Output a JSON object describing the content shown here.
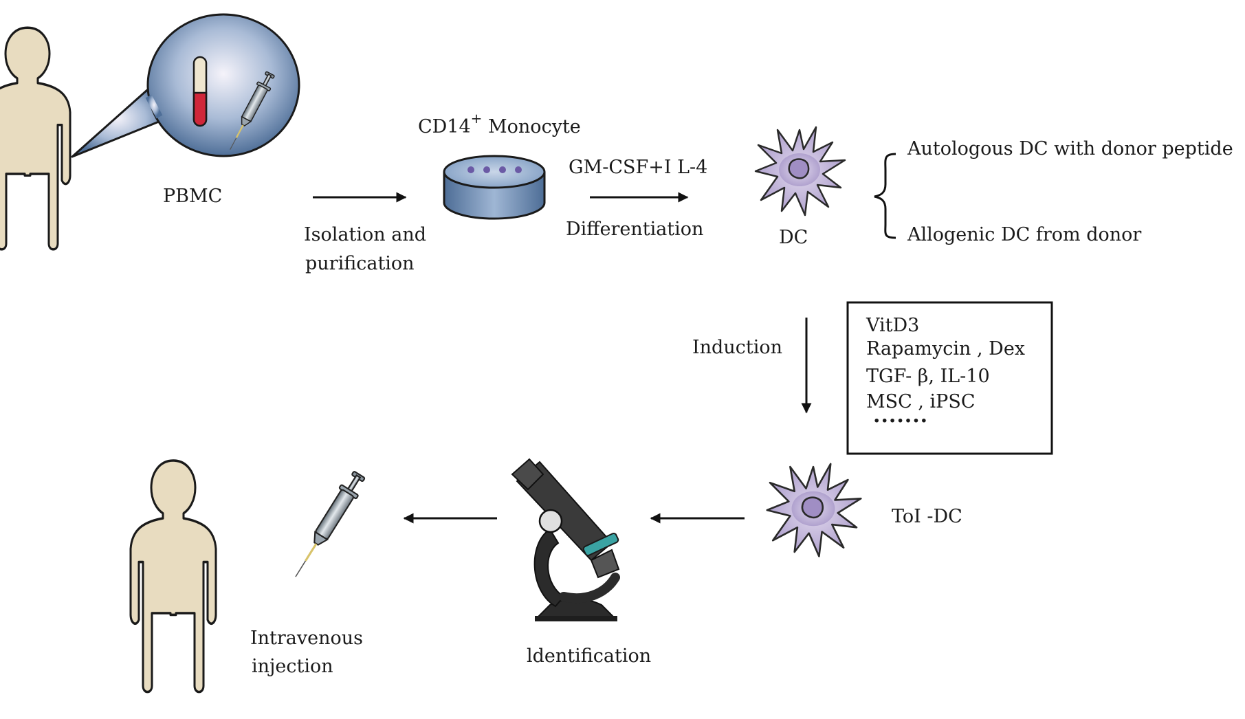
{
  "labels": {
    "pbmc": "PBMC",
    "isolation_line1": "Isolation and",
    "isolation_line2": "purification",
    "monocyte_prefix": "CD14",
    "monocyte_sup": "+",
    "monocyte_suffix": " Monocyte",
    "cytokines": "GM-CSF+I L-4",
    "differentiation": "Differentiation",
    "dc": "DC",
    "autologous": "Autologous DC with donor peptide",
    "allogenic": "Allogenic DC from donor",
    "induction": "Induction",
    "tol_dc": "ToI -DC",
    "identification": "ldentification",
    "injection_line1": "Intravenous",
    "injection_line2": "injection"
  },
  "inducers": [
    "VitD3",
    "Rapamycin , Dex",
    "TGF- β, IL-10",
    "MSC , iPSC",
    "·······"
  ],
  "colors": {
    "skin": "#e8dcc0",
    "outline": "#1a1a1a",
    "bubble": "#4f6f98",
    "dish": "#6f8fb8",
    "cell": "#bdb0d4",
    "cell_nucleus": "#a08ec4",
    "blood": "#d0273a",
    "microscope": "#2b2b2b",
    "slide": "#3aa3a3"
  },
  "icons": [
    "person-icon",
    "blood-tube-icon",
    "syringe-icon",
    "culture-dish-icon",
    "dendritic-cell-icon",
    "microscope-icon"
  ]
}
